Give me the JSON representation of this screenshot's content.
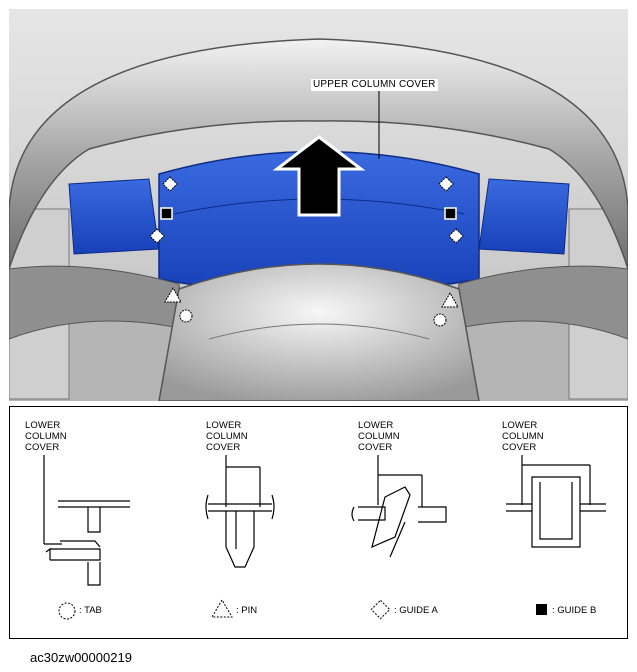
{
  "callout": {
    "upper_column_cover": "UPPER COLUMN COVER"
  },
  "details": [
    {
      "label": "LOWER\nCOLUMN\nCOVER",
      "kind": "tab"
    },
    {
      "label": "LOWER\nCOLUMN\nCOVER",
      "kind": "pin"
    },
    {
      "label": "LOWER\nCOLUMN\nCOVER",
      "kind": "guide-a"
    },
    {
      "label": "LOWER\nCOLUMN\nCOVER",
      "kind": "guide-b"
    }
  ],
  "legend": {
    "tab": ": TAB",
    "pin": ": PIN",
    "guide_a": ": GUIDE A",
    "guide_b": ": GUIDE B"
  },
  "figure_id": "ac30zw00000219",
  "colors": {
    "cover_blue": "#1f4fd0",
    "line": "#000000",
    "wheel_gray": "#8c8c8c"
  }
}
